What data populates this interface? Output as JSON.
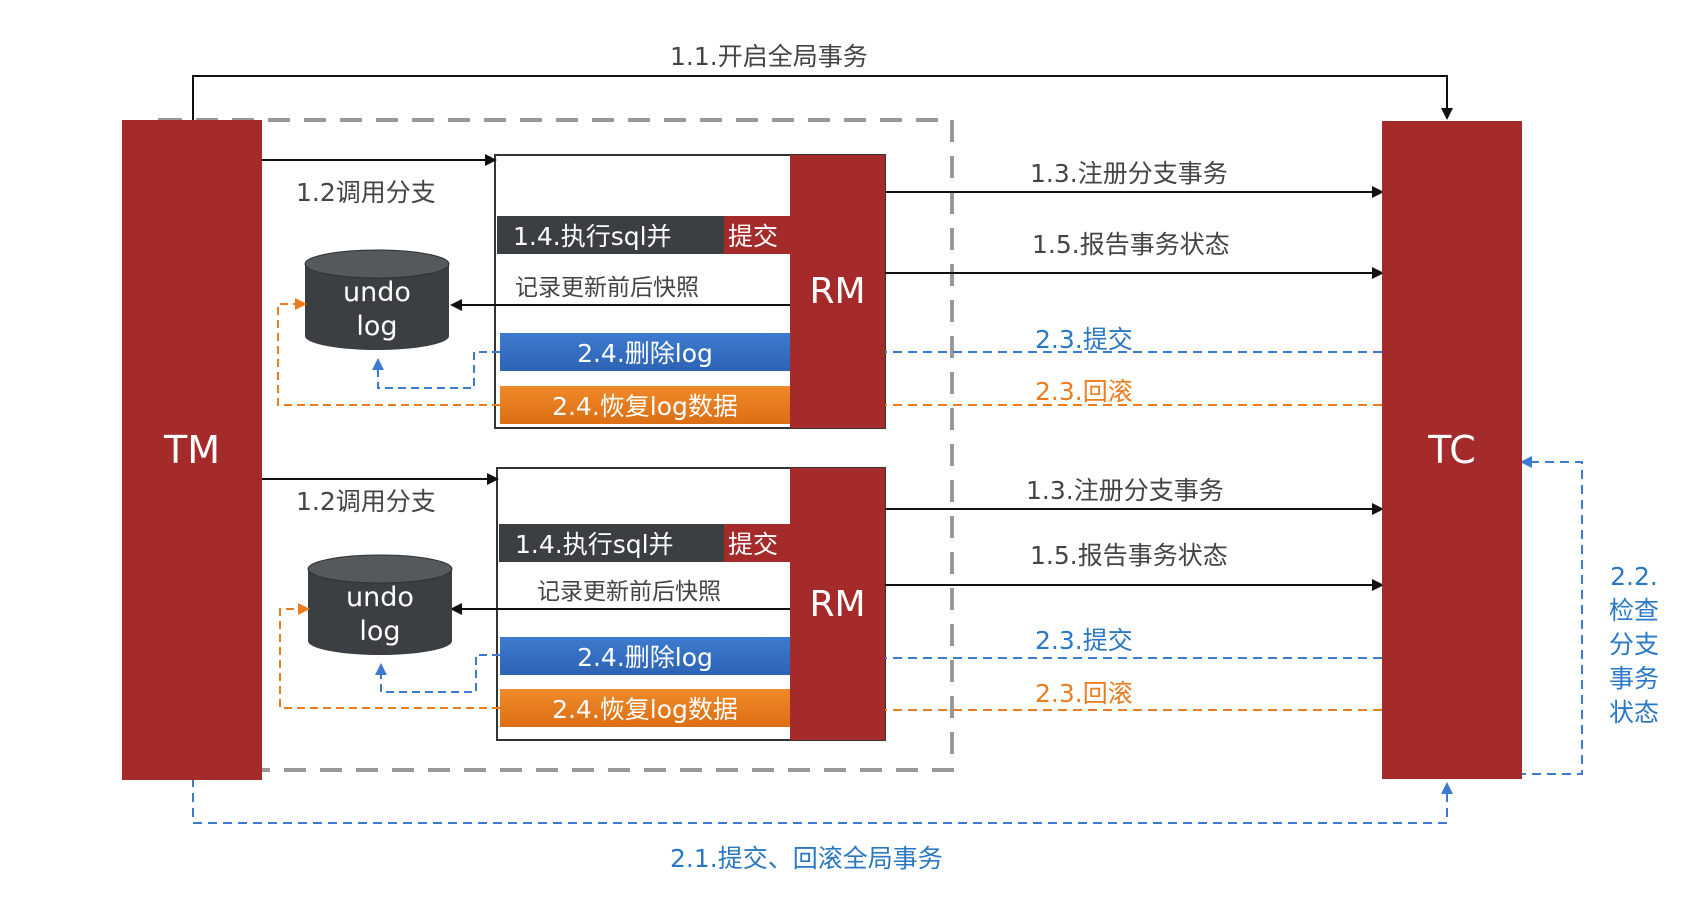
{
  "participants": {
    "tm": "TM",
    "tc": "TC",
    "rm": "RM"
  },
  "top_arrow": {
    "label": "1.1.开启全局事务"
  },
  "bottom_arrow": {
    "label": "2.1.提交、回滚全局事务"
  },
  "side_arrow": {
    "lines": [
      "2.2.",
      "检查",
      "分支",
      "事务",
      "状态"
    ]
  },
  "branches": [
    {
      "call_label": "1.2调用分支",
      "exec_part1": "1.4.执行sql并",
      "exec_part2": "提交",
      "snapshot_label": "记录更新前后快照",
      "delete_label": "2.4.删除log",
      "recover_label": "2.4.恢复log数据",
      "undo_line1": "undo",
      "undo_line2": "log",
      "register_label": "1.3.注册分支事务",
      "report_label": "1.5.报告事务状态",
      "commit_label": "2.3.提交",
      "rollback_label": "2.3.回滚"
    },
    {
      "call_label": "1.2调用分支",
      "exec_part1": "1.4.执行sql并",
      "exec_part2": "提交",
      "snapshot_label": "记录更新前后快照",
      "delete_label": "2.4.删除log",
      "recover_label": "2.4.恢复log数据",
      "undo_line1": "undo",
      "undo_line2": "log",
      "register_label": "1.3.注册分支事务",
      "report_label": "1.5.报告事务状态",
      "commit_label": "2.3.提交",
      "rollback_label": "2.3.回滚"
    }
  ],
  "colors": {
    "red": "#a52a2a",
    "dark": "#3c3f41",
    "blue": "#2a78c4",
    "orange": "#e97d1f",
    "line": "#222222",
    "dash_gray": "#999999"
  }
}
